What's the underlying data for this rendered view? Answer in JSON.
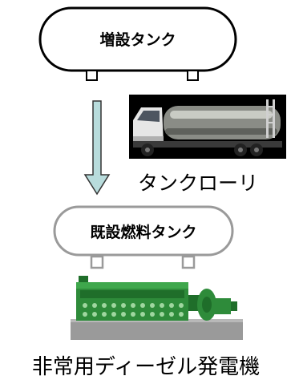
{
  "diagram": {
    "new_tank": {
      "label": "増設タンク"
    },
    "tank_lorry": {
      "label": "タンクローリ",
      "icon": "tank-lorry-truck-icon"
    },
    "existing_tank": {
      "label": "既設燃料タンク"
    },
    "generator": {
      "label": "非常用ディーゼル発電機",
      "icon": "diesel-generator-icon"
    },
    "arrow": {
      "icon": "down-arrow-icon",
      "color": "#b8dcdc"
    },
    "colors": {
      "new_tank_border": "#000000",
      "existing_tank_border": "#9a9a9a",
      "engine_green": "#2e8b3a",
      "truck_background": "#000000"
    }
  }
}
